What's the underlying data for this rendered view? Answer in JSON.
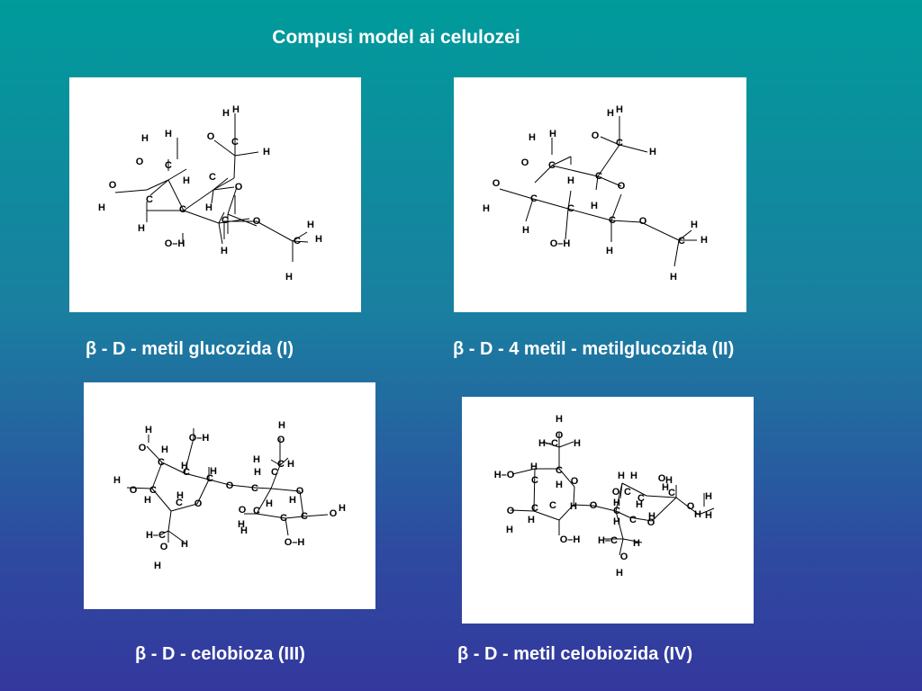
{
  "slide": {
    "title": "Compusi model ai celulozei",
    "captions": {
      "I": "β - D - metil glucozida (I)",
      "II": "β - D - 4 metil - metilglucozida (II)",
      "III": "β - D - celobioza (III)",
      "IV": "β - D - metil celobiozida (IV)"
    }
  },
  "atom_labels": {
    "C": "C",
    "H": "H",
    "O": "O",
    "OH": "O–H",
    "HO": "H–O",
    "HC": "H–C"
  }
}
